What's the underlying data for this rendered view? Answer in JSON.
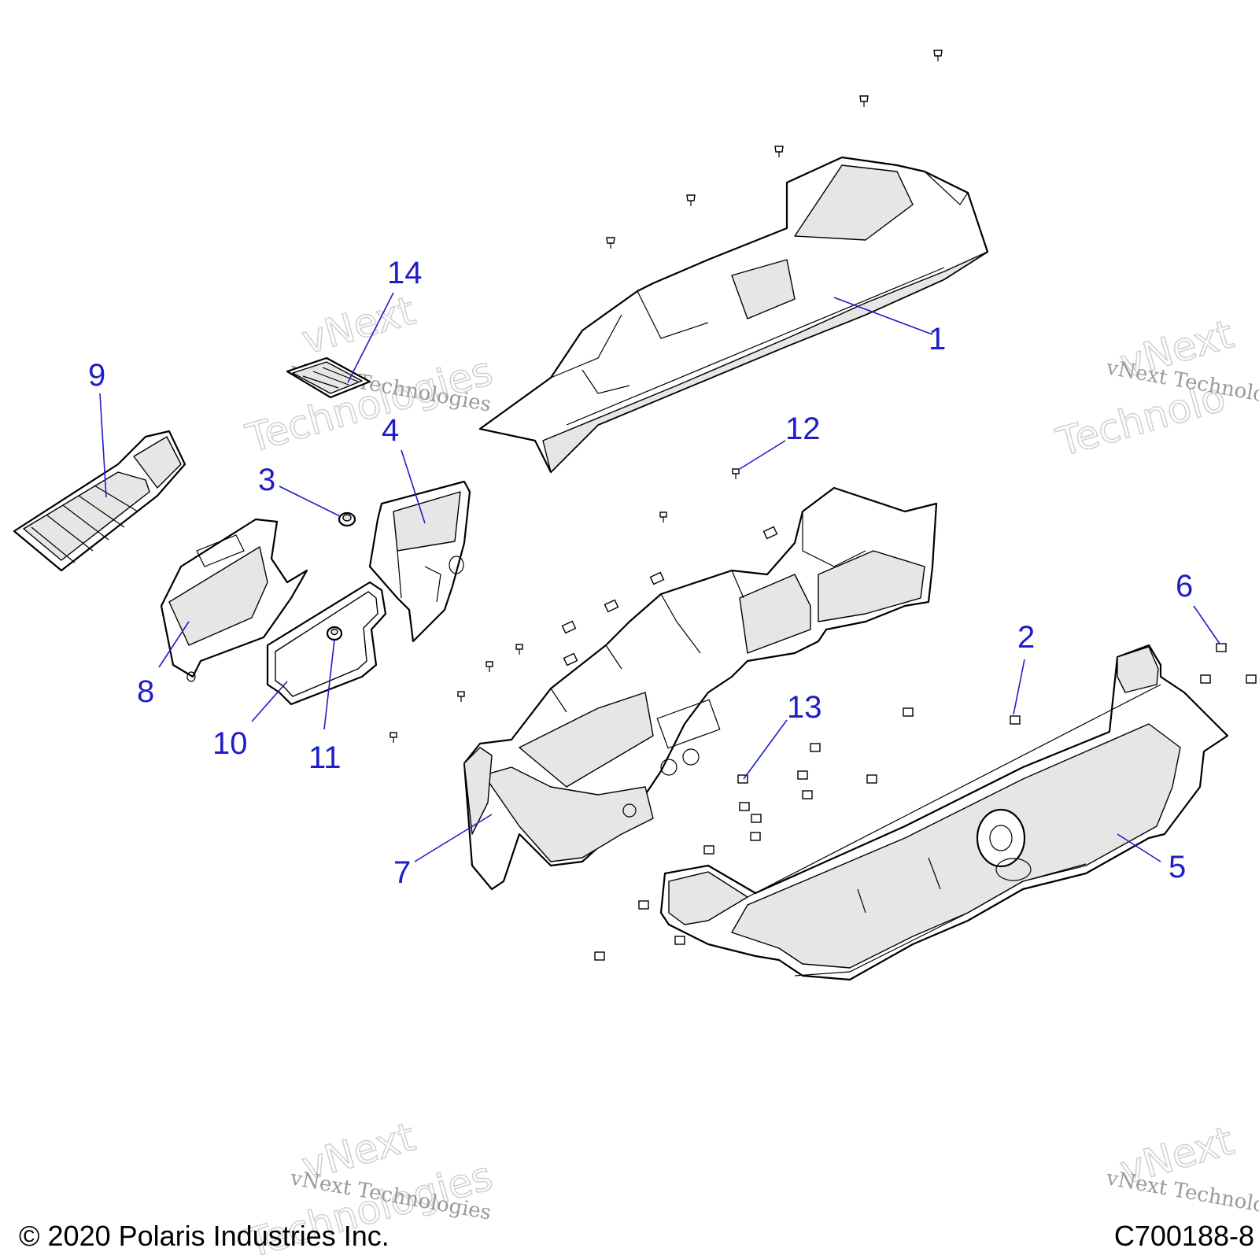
{
  "callouts": [
    {
      "id": "callout-1",
      "label": "1"
    },
    {
      "id": "callout-2",
      "label": "2"
    },
    {
      "id": "callout-3",
      "label": "3"
    },
    {
      "id": "callout-4",
      "label": "4"
    },
    {
      "id": "callout-5",
      "label": "5"
    },
    {
      "id": "callout-6",
      "label": "6"
    },
    {
      "id": "callout-7",
      "label": "7"
    },
    {
      "id": "callout-8",
      "label": "8"
    },
    {
      "id": "callout-9",
      "label": "9"
    },
    {
      "id": "callout-10",
      "label": "10"
    },
    {
      "id": "callout-11",
      "label": "11"
    },
    {
      "id": "callout-12",
      "label": "12"
    },
    {
      "id": "callout-13",
      "label": "13"
    },
    {
      "id": "callout-14",
      "label": "14"
    }
  ],
  "watermark": {
    "line": "vNext Technologies",
    "word1": "vNext",
    "word2": "Technologies",
    "word2_partial": "Technolo"
  },
  "footer": {
    "copyright": "© 2020 Polaris Industries Inc.",
    "figure_id": "C700188-8"
  },
  "colors": {
    "callout": "#1e1ec8",
    "shading": "#e6e6e6",
    "line": "#000000"
  }
}
